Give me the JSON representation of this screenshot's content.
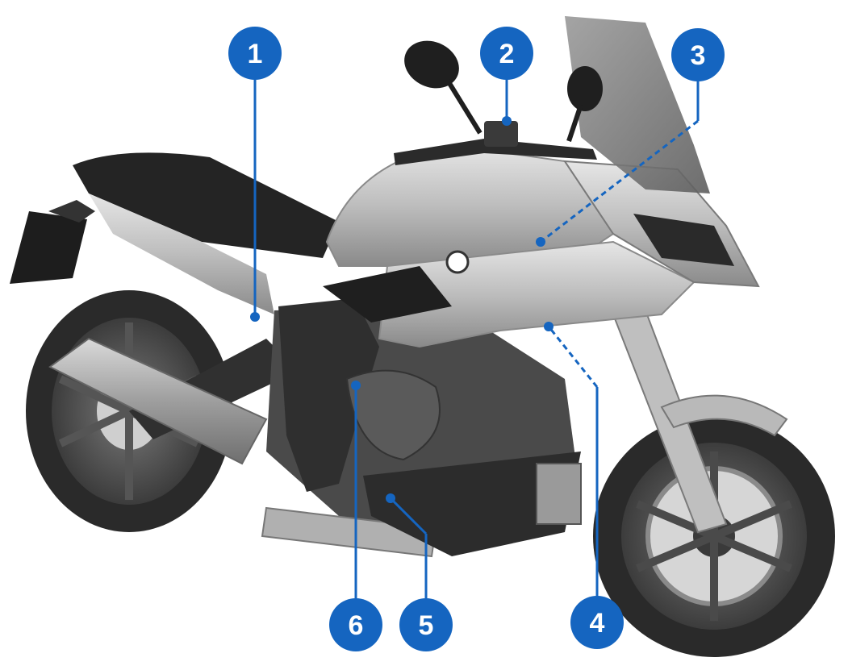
{
  "colors": {
    "callout_fill": "#1565c0",
    "callout_line": "#1565c0",
    "callout_text": "#ffffff",
    "background": "#ffffff"
  },
  "callouts": [
    {
      "label": "1",
      "style": "solid"
    },
    {
      "label": "2",
      "style": "solid"
    },
    {
      "label": "3",
      "style": "dashed"
    },
    {
      "label": "4",
      "style": "dashed"
    },
    {
      "label": "5",
      "style": "solid"
    },
    {
      "label": "6",
      "style": "solid"
    }
  ]
}
